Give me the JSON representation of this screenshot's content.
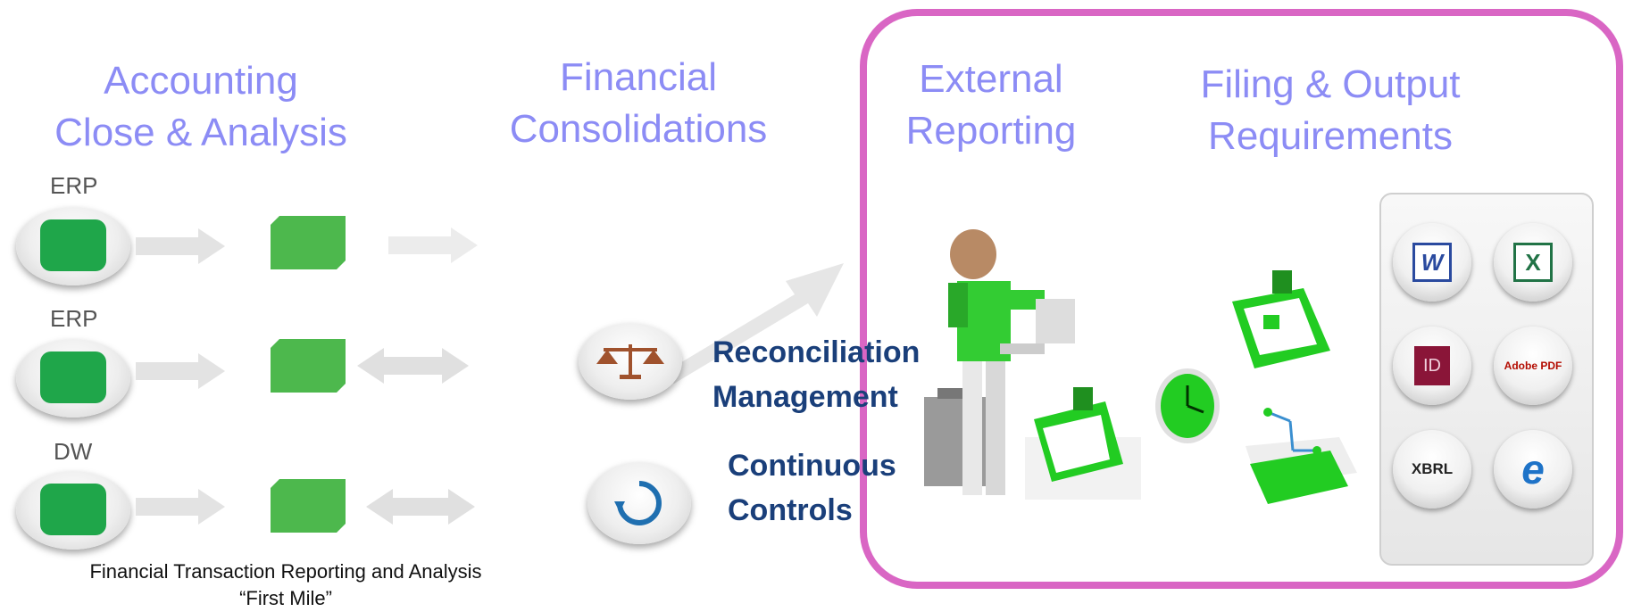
{
  "headings": {
    "accounting": "Accounting\nClose & Analysis",
    "consolidations": "Financial\nConsolidations",
    "external": "External\nReporting",
    "filing": "Filing & Output\nRequirements"
  },
  "sources": [
    {
      "label": "ERP"
    },
    {
      "label": "ERP"
    },
    {
      "label": "DW"
    }
  ],
  "tools": {
    "reconciliation": "Reconciliation\nManagement",
    "controls": "Continuous\nControls"
  },
  "caption": "Financial Transaction Reporting and Analysis\n“First Mile”",
  "output_formats": [
    {
      "icon": "word-icon",
      "text": "W"
    },
    {
      "icon": "excel-icon",
      "text": "X"
    },
    {
      "icon": "indesign-icon",
      "text": "ID"
    },
    {
      "icon": "adobe-pdf-icon",
      "text": "Adobe PDF"
    },
    {
      "icon": "xbrl-icon",
      "text": "XBRL"
    },
    {
      "icon": "internet-explorer-icon",
      "text": "e"
    }
  ],
  "colors": {
    "heading": "#8c8cf5",
    "highlight_border": "#d966c4",
    "green": "#1fa64a",
    "blue_label": "#1a3f7a"
  }
}
